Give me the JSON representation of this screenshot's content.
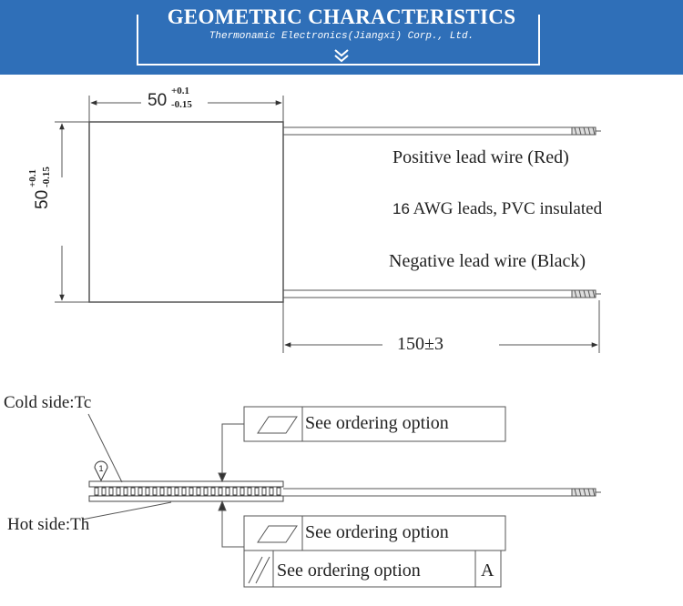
{
  "header": {
    "title": "GEOMETRIC CHARACTERISTICS",
    "subtitle": "Thermonamic Electronics(Jiangxi) Corp., Ltd.",
    "chevron_icon": "double-chevron-down-icon",
    "background_color": "#2f6fb8"
  },
  "top_drawing": {
    "width_dim": {
      "value": "50",
      "tol_plus": "+0.1",
      "tol_minus": "-0.15"
    },
    "height_dim": {
      "value": "50",
      "tol_plus": "+0.1",
      "tol_minus": "-0.15"
    },
    "lead_length": "150±3",
    "positive_lead": "Positive lead wire (Red)",
    "awg_number": "16",
    "awg_text": "AWG leads, PVC insulated",
    "negative_lead": "Negative lead wire (Black)"
  },
  "side_drawing": {
    "cold_side": "Cold side:Tc",
    "hot_side": "Hot side:Th",
    "option_top": "See ordering option",
    "option_middle": "See ordering option",
    "option_bottom": "See ordering option",
    "datum_letter": "A",
    "marker_number": "1"
  }
}
